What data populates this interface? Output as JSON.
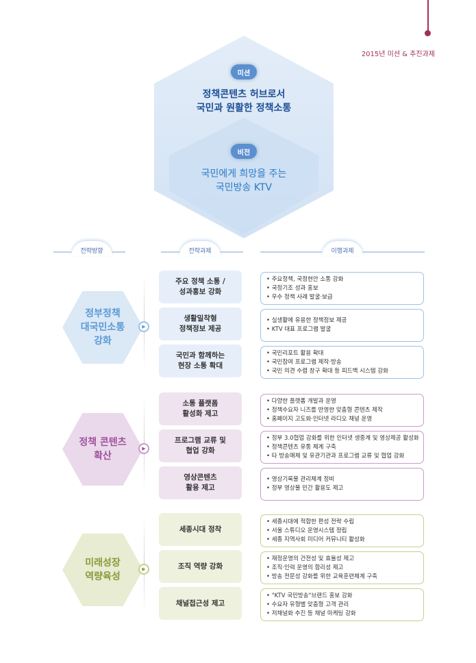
{
  "page_title": "2015년 미션 & 추진과제",
  "mission": {
    "label": "미션",
    "lines": [
      "정책콘텐츠 허브로서",
      "국민과 원활한 정책소통"
    ]
  },
  "vision": {
    "label": "비전",
    "lines": [
      "국민에게 희망을 주는",
      "국민방송 KTV"
    ]
  },
  "column_headers": [
    "전략방향",
    "전략과제",
    "이행과제"
  ],
  "sections": [
    {
      "direction": [
        "정부정책",
        "대국민소통",
        "강화"
      ],
      "color": "#5b9bd5",
      "tasks": [
        {
          "title": [
            "주요 정책 소통 /",
            "성과홍보 강화"
          ],
          "items": [
            "주요정책, 국정현안 소통 강화",
            "국정기조 성과 홍보",
            "우수 정책 사례 발굴·보급"
          ]
        },
        {
          "title": [
            "생활밀착형",
            "정책정보 제공"
          ],
          "items": [
            "실생활에 유용한 정책정보 제공",
            "KTV 대표 프로그램 발굴"
          ]
        },
        {
          "title": [
            "국민과 함께하는",
            "현장 소통 확대"
          ],
          "items": [
            "국민리포트 활용 확대",
            "국민참여 프로그램 제작·방송",
            "국민 의견 수렴 창구 확대 등 피드백 시스템 강화"
          ]
        }
      ]
    },
    {
      "direction": [
        "정책 콘텐츠",
        "확산"
      ],
      "color": "#a0529e",
      "tasks": [
        {
          "title": [
            "소통 플랫폼",
            "활성화 제고"
          ],
          "items": [
            "다양한 플랫폼 개발과 운영",
            "정책수요자 니즈를 반영한 맞춤형 콘텐츠 제작",
            "홈페이지 고도화·인터넷 라디오 채널 운영"
          ]
        },
        {
          "title": [
            "프로그램 교류 및",
            "협업 강화"
          ],
          "items": [
            "정부 3.0협업 강화를 위한 인터넷 생중계 및 영상제공 활성화",
            "정책콘텐츠 유통 체계 구축",
            "타 방송매체 및 유관기관과 프로그램 교류 및 협업 강화"
          ]
        },
        {
          "title": [
            "영상콘텐츠",
            "활용 제고"
          ],
          "items": [
            "영상기록물 관리체계 정비",
            "정부 영상물 민간 활용도 제고"
          ]
        }
      ]
    },
    {
      "direction": [
        "미래성장",
        "역량육성"
      ],
      "color": "#8a9a3a",
      "tasks": [
        {
          "title": [
            "세종시대 정착"
          ],
          "items": [
            "세종시대에 적합한 편성 전략 수립",
            "서울 스튜디오 운영시스템 정립",
            "세종 지역사회 미디어 커뮤니티 활성화"
          ]
        },
        {
          "title": [
            "조직 역량 강화"
          ],
          "items": [
            "재정운영의 건전성 및 효율성 제고",
            "조직·인력 운영의 합리성 제고",
            "방송 전문성 강화를 위한 교육훈련체계 구축"
          ]
        },
        {
          "title": [
            "채널접근성 제고"
          ],
          "items": [
            "\"KTV 국민방송\"브랜드 홍보 강화",
            "수요자 유형별 맞춤형 고객 관리",
            "저채널화 추진 등 채널 마케팅 강화"
          ]
        }
      ]
    }
  ]
}
